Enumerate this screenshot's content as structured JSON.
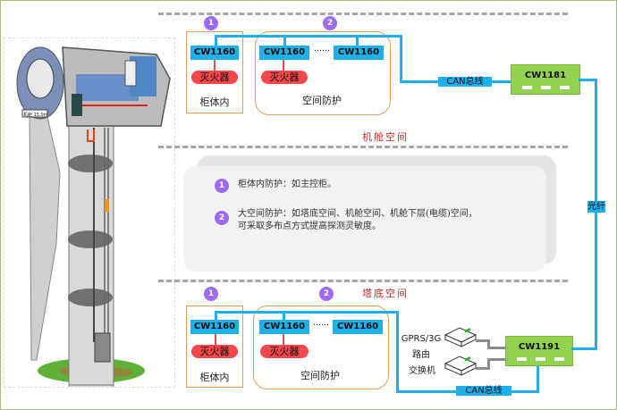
{
  "sections": {
    "nacelle": "机舱空间",
    "tower_base": "塔底空间"
  },
  "top_group": {
    "badge1": "1",
    "badge2": "2",
    "cabinet_detector": "CW1160",
    "cabinet_extinguisher": "灭火器",
    "cabinet_label": "柜体内",
    "space_detector_a": "CW1160",
    "space_detector_b": "CW1160",
    "space_dots": "……",
    "space_extinguisher": "灭火器",
    "space_label": "空间防护",
    "bus_label": "CAN总线",
    "hub": "CW1181"
  },
  "bottom_group": {
    "badge1": "1",
    "badge2": "2",
    "cabinet_detector": "CW1160",
    "cabinet_extinguisher": "灭火器",
    "cabinet_label": "柜体内",
    "space_detector_a": "CW1160",
    "space_detector_b": "CW1160",
    "space_dots": "……",
    "space_extinguisher": "灭火器",
    "space_label": "空间防护",
    "bus_label": "CAN总线",
    "hub": "CW1191",
    "router_label_1": "GPRS/3G",
    "router_label_2": "路由",
    "switch_label": "交换机"
  },
  "fiber_label": "光纤",
  "notes": [
    {
      "badge": "1",
      "lines": [
        "柜体内防护：如主控柜。"
      ]
    },
    {
      "badge": "2",
      "lines": [
        "大空间防护：如塔底空间、机舱空间、机舱下层(电缆)空间，",
        "可采取多布点方式提高探测灵敏度。"
      ]
    }
  ],
  "turbine_image": {
    "nacelle_tag": "机舱 15.0m"
  },
  "colors": {
    "bus": "#1db0ec",
    "hub": "#93d150",
    "badge": "#9b6cf0",
    "extinguisher": "#f2484b",
    "section_title": "#c0282d"
  }
}
